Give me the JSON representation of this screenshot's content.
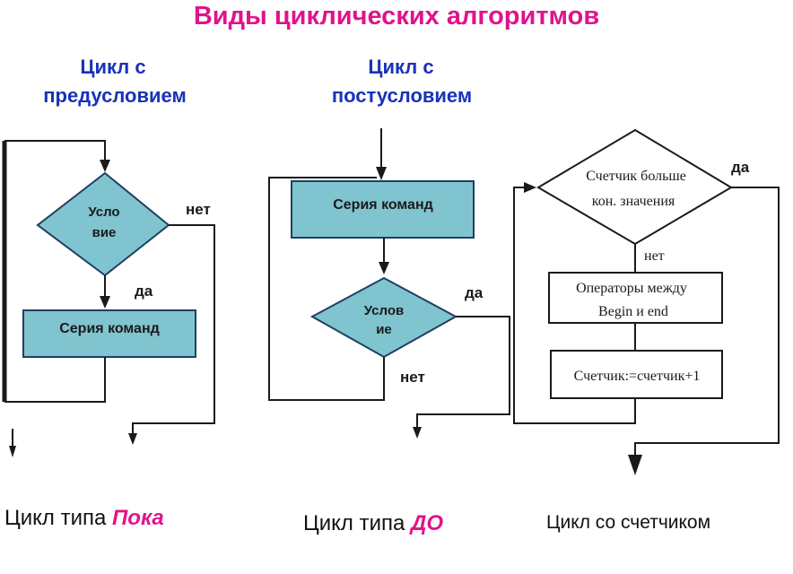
{
  "title": "Виды циклических алгоритмов",
  "colors": {
    "title": "#e0138c",
    "subtitle": "#1a32b8",
    "shape_fill": "#80c4cf",
    "shape_stroke": "#1f3f63",
    "caption_accent": "#e0138c"
  },
  "pre": {
    "heading_line1": "Цикл с",
    "heading_line2": "предусловием",
    "condition_line1": "Усло",
    "condition_line2": "вие",
    "body": "Серия команд",
    "yes": "да",
    "no": "нет",
    "caption_prefix": "Цикл типа ",
    "caption_accent": "Пока"
  },
  "post": {
    "heading_line1": "Цикл с",
    "heading_line2": "постусловием",
    "body": "Серия команд",
    "condition_line1": "Услов",
    "condition_line2": "ие",
    "yes": "да",
    "no": "нет",
    "caption_prefix": "Цикл типа ",
    "caption_accent": "ДО"
  },
  "counter": {
    "condition_line1": "Счетчик больше",
    "condition_line2": "кон. значения",
    "yes": "да",
    "no": "нет",
    "body_line1": "Операторы между",
    "body_line2": "Begin и end",
    "increment": "Счетчик:=счетчик+1",
    "caption": "Цикл со счетчиком"
  }
}
